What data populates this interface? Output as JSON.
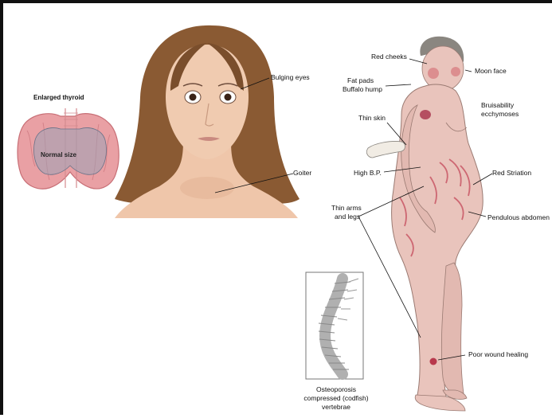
{
  "thyroid": {
    "title": "Enlarged thyroid",
    "inner_label": "Normal size"
  },
  "face": {
    "labels": {
      "bulging_eyes": "Bulging eyes",
      "goiter": "Goiter"
    }
  },
  "body": {
    "labels": {
      "red_cheeks": "Red cheeks",
      "moon_face": "Moon face",
      "fat_pads_1": "Fat pads",
      "fat_pads_2": "Buffalo hump",
      "bruisability_1": "Bruisability",
      "bruisability_2": "ecchymoses",
      "thin_skin": "Thin skin",
      "high_bp": "High B.P.",
      "red_striation": "Red Striation",
      "thin_arms_1": "Thin arms",
      "thin_arms_2": "and legs",
      "pendulous": "Pendulous abdomen",
      "poor_wound": "Poor wound healing"
    }
  },
  "spine": {
    "caption_1": "Osteoporosis",
    "caption_2": "compressed (codfish)",
    "caption_3": "vertebrae"
  },
  "colors": {
    "thyroid": "#e9a0a4",
    "thyroid_normal": "#9aa2b6",
    "skin_face": "#f0cbb0",
    "hair": "#8a5a33",
    "skin_body": "#e9c4bc",
    "striae": "#c4485a"
  }
}
